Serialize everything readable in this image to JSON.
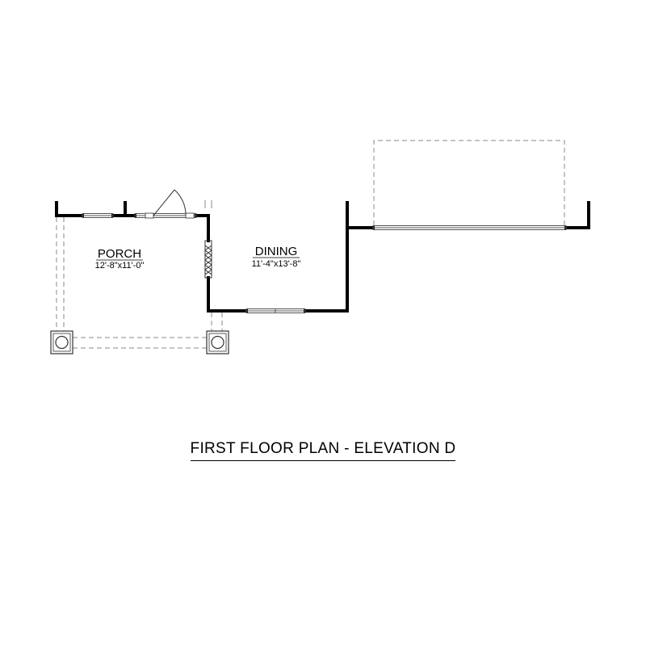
{
  "title": "FIRST FLOOR PLAN - ELEVATION D",
  "rooms": [
    {
      "name": "PORCH",
      "dimensions": "12'-8\"x11'-0\""
    },
    {
      "name": "DINING",
      "dimensions": "11'-4\"x13'-8\""
    }
  ],
  "colors": {
    "wall": "#000000",
    "dashed": "#8a8a8a",
    "window": "#555555",
    "background": "#ffffff"
  }
}
